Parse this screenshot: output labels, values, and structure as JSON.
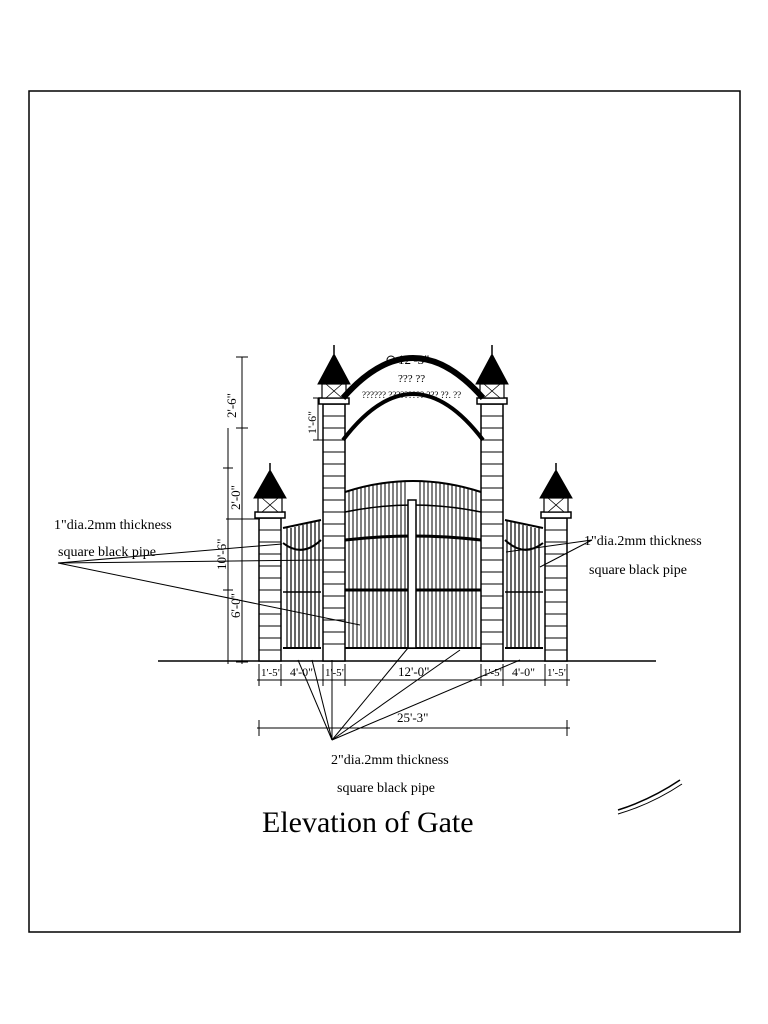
{
  "title": "Elevation of Gate",
  "notes": {
    "left_pipe": [
      "1\"dia.2mm thickness",
      "square black pipe"
    ],
    "right_pipe": [
      "1\"dia.2mm thickness",
      "square black pipe"
    ],
    "bottom_pipe": [
      "2\"dia.2mm thickness",
      "square black pipe"
    ],
    "arch_text_1": "??? ??",
    "arch_text_2": "?????? ????????? ??? ??. ??"
  },
  "dimensions": {
    "arch_span": "12'-3\"",
    "vertical": {
      "dome": "2'-6\"",
      "arch_band": "1'-6\"",
      "upper_gate": "2'-0\"",
      "total_height": "10'-6\"",
      "lower_gate": "6'-0\""
    },
    "horizontal": [
      "1'-5\"",
      "4'-0\"",
      "1'-5\"",
      "12'-0\"",
      "1'-5\"",
      "4'-0\"",
      "1'-5\""
    ],
    "overall_width": "25'-3\""
  },
  "colors": {
    "ink": "#000000",
    "paper": "#ffffff"
  }
}
